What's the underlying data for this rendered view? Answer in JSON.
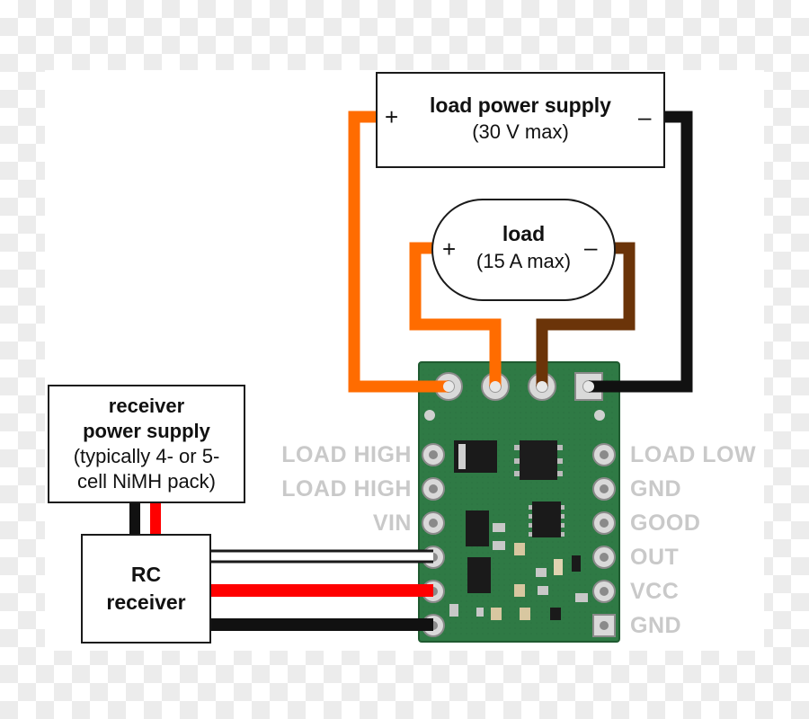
{
  "load_power_supply": {
    "title": "load power supply",
    "rating": "(30 V max)",
    "plus": "+",
    "minus": "–"
  },
  "load": {
    "title": "load",
    "rating": "(15 A max)",
    "plus": "+",
    "minus": "–"
  },
  "receiver_power_supply": {
    "line1": "receiver",
    "line2": "power supply",
    "line3": "(typically 4- or 5-",
    "line4": "cell NiMH pack)"
  },
  "rc_receiver": {
    "line1": "RC",
    "line2": "receiver"
  },
  "pins_left": [
    "LOAD HIGH",
    "LOAD HIGH",
    "VIN"
  ],
  "pins_right": [
    "LOAD LOW",
    "GND",
    "GOOD",
    "OUT",
    "VCC",
    "GND"
  ],
  "colors": {
    "orange": "#ff6c00",
    "brown": "#6b3409",
    "black": "#111111",
    "red": "#ff0000",
    "pcb": "#2f7a45",
    "pin_label": "#c9c9c9"
  }
}
